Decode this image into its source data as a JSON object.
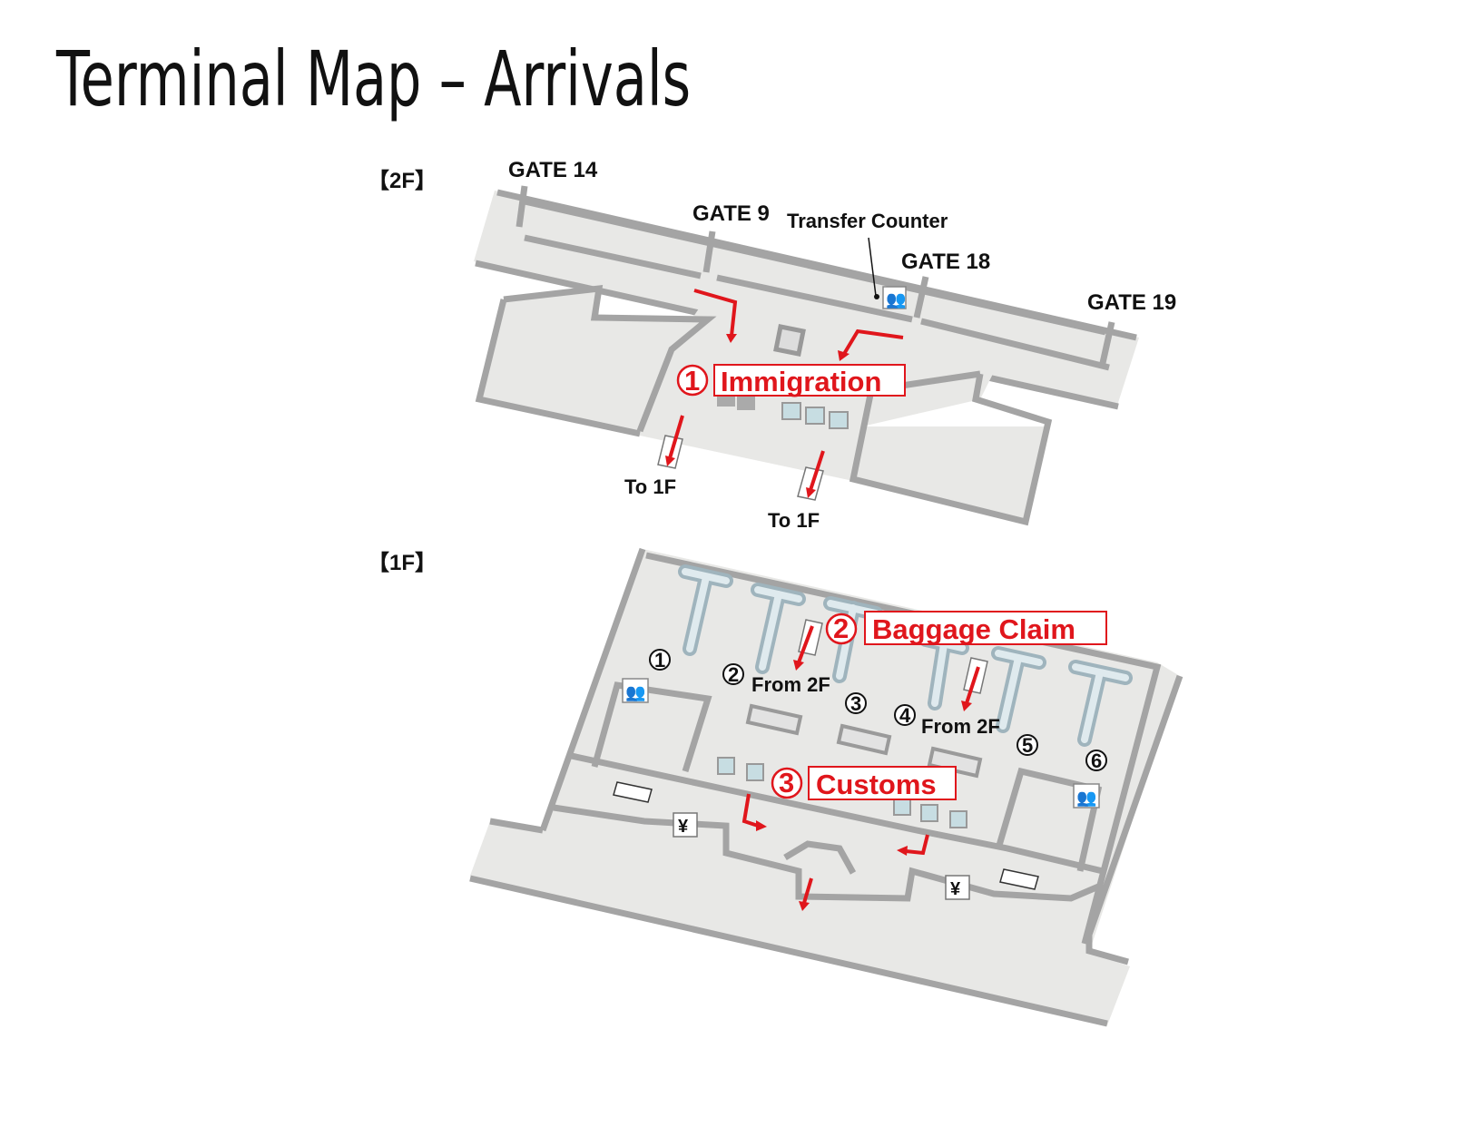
{
  "title": "Terminal Map – Arrivals",
  "floors": {
    "upper": {
      "label": "【2F】",
      "gates": [
        "GATE 14",
        "GATE 9",
        "GATE 18",
        "GATE 19"
      ],
      "transfer_counter": "Transfer Counter",
      "step": {
        "number": "1",
        "label": "Immigration"
      },
      "stairs": [
        "To 1F",
        "To 1F"
      ]
    },
    "lower": {
      "label": "【1F】",
      "belts": [
        "1",
        "2",
        "3",
        "4",
        "5",
        "6"
      ],
      "stairs": [
        "From 2F",
        "From 2F"
      ],
      "steps": [
        {
          "number": "2",
          "label": "Baggage Claim"
        },
        {
          "number": "3",
          "label": "Customs"
        }
      ],
      "currency_symbol": "¥"
    }
  },
  "colors": {
    "accent": "#e0161c",
    "floor": "#e8e8e6",
    "wall": "#a4a4a4",
    "belt": "#9fb4bd"
  }
}
